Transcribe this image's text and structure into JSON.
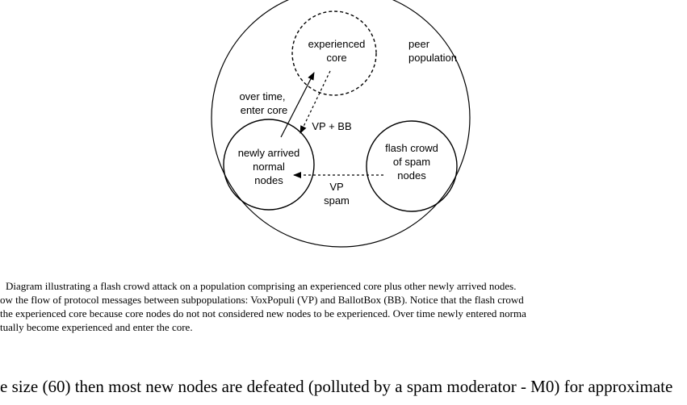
{
  "diagram": {
    "labels": {
      "experienced_core_1": "experienced",
      "experienced_core_2": "core",
      "peer_population_1": "peer",
      "peer_population_2": "population",
      "over_time_1": "over time,",
      "over_time_2": "enter core",
      "vp_bb": "VP + BB",
      "newly_arrived_1": "newly arrived",
      "newly_arrived_2": "normal",
      "newly_arrived_3": "nodes",
      "flash_crowd_1": "flash crowd",
      "flash_crowd_2": "of spam",
      "flash_crowd_3": "nodes",
      "vp_spam_1": "VP",
      "vp_spam_2": "spam"
    }
  },
  "caption": {
    "line1": "Diagram illustrating a flash crowd attack on a population comprising an experienced core plus other newly arrived nodes.",
    "line2": "ow the flow of protocol messages between subpopulations: VoxPopuli (VP) and BallotBox (BB). Notice that the flash crowd",
    "line3": "the experienced core because core nodes do not not considered new nodes to be experienced. Over time newly entered norma",
    "line4": "tually become experienced and enter the core."
  },
  "body": {
    "line1": "e size (60) then most new nodes are defeated (polluted by a spam moderator - M0) for approximate"
  }
}
